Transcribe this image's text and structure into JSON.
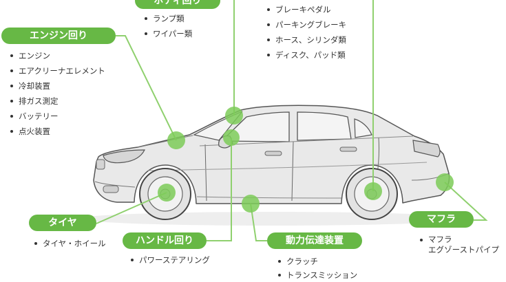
{
  "colors": {
    "accent": "#67b845",
    "marker": "#7ccb58",
    "car_body": "#e9e9e9",
    "car_line": "#555555"
  },
  "sections": {
    "body_lighting": {
      "label": "ボディ回り",
      "items": [
        "ランプ類",
        "ワイパー類"
      ]
    },
    "brakes": {
      "items": [
        "ブレーキペダル",
        "パーキングブレーキ",
        "ホース、シリンダ類",
        "ディスク、パッド類"
      ]
    },
    "engine": {
      "label": "エンジン回り",
      "items": [
        "エンジン",
        "エアクリーナエレメント",
        "冷却装置",
        "排ガス測定",
        "バッテリー",
        "点火装置"
      ]
    },
    "tire": {
      "label": "タイヤ",
      "items": [
        "タイヤ・ホイール"
      ]
    },
    "steering": {
      "label": "ハンドル回り",
      "items": [
        "パワーステアリング"
      ]
    },
    "drivetrain": {
      "label": "動力伝達装置",
      "items": [
        "クラッチ",
        "トランスミッション"
      ]
    },
    "muffler": {
      "label": "マフラ",
      "items": [
        "マフラ",
        "エグゾーストパイプ"
      ]
    }
  }
}
